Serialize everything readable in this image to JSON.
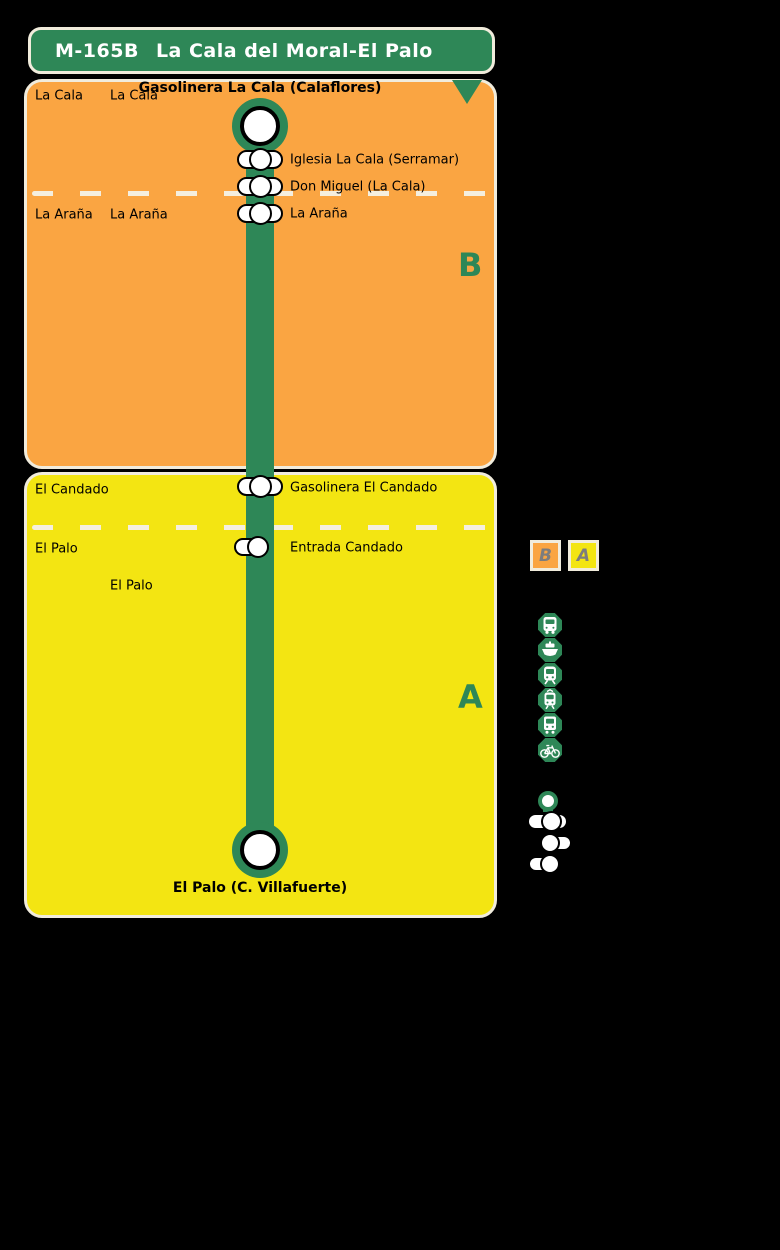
{
  "header": {
    "code": "M-165B",
    "title": "La Cala del Moral-El Palo"
  },
  "zone_b": {
    "letter": "B",
    "municipality_top": "La Cala",
    "nucleus_top": "La Cala",
    "terminal": "Gasolinera La Cala (Calaflores)",
    "stops": [
      "Iglesia La Cala (Serramar)",
      "Don Miguel (La Cala)",
      "La Araña"
    ],
    "municipality_bottom": "La Araña",
    "nucleus_bottom": "La Araña"
  },
  "zone_a": {
    "letter": "A",
    "municipality_top": "El Candado",
    "stops": [
      "Gasolinera El Candado",
      "Entrada Candado"
    ],
    "municipality_bottom": "El Palo",
    "nucleus_bottom": "El Palo",
    "terminal": "El Palo (C. Villafuerte)"
  },
  "legend": {
    "zone_badges": [
      "B",
      "A"
    ],
    "transport_icons": [
      "bus",
      "ferry",
      "train",
      "tram",
      "metro",
      "bicycle"
    ],
    "markers": [
      "terminal",
      "stop-both-directions",
      "stop-return-direction",
      "stop-outbound-direction"
    ]
  },
  "colors": {
    "route_green": "#2e8757",
    "zone_b_orange": "#faa542",
    "zone_a_yellow": "#f3e512",
    "panel_border_cream": "#f1ecdc",
    "dash_cream": "#f5efdf",
    "badge_letter_gray": "#7d7d7d",
    "background": "#000000"
  }
}
